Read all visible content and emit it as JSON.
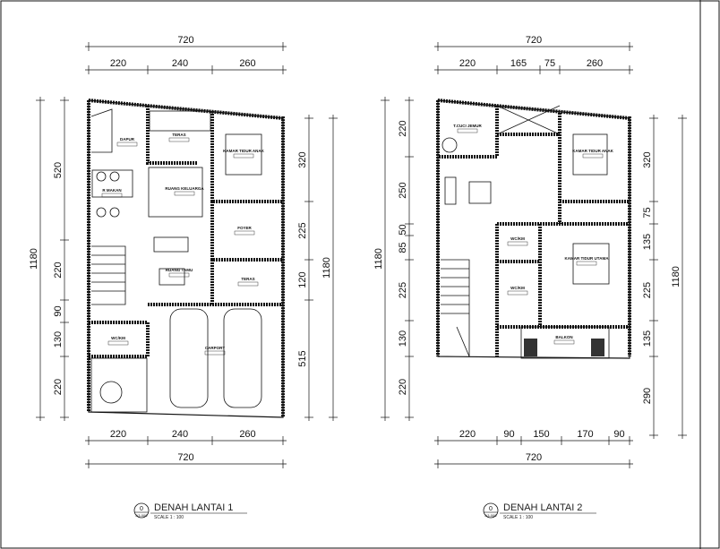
{
  "plans": [
    {
      "title": "DENAH LANTAI 1",
      "scale": "SCALE 1 : 100",
      "ref_no": "0",
      "ref_sheet": "A3-000",
      "dims": {
        "top_total": "720",
        "top": [
          "220",
          "240",
          "260"
        ],
        "bottom": [
          "220",
          "240",
          "260"
        ],
        "bottom_total": "720",
        "left_total": "1180",
        "left": [
          "520",
          "220",
          "90",
          "130",
          "220"
        ],
        "right": [
          "320",
          "225",
          "120",
          "515"
        ],
        "right_total": "1180"
      },
      "rooms": [
        "DAPUR",
        "TERAS",
        "KAMAR TIDUR ANAK",
        "R MAKAN",
        "RUANG KELUARGA",
        "FOYER",
        "RUANG TAMU",
        "TERAS",
        "WC/KM",
        "CARPORT"
      ]
    },
    {
      "title": "DENAH LANTAI 2",
      "scale": "SCALE 1 : 100",
      "ref_no": "0",
      "ref_sheet": "A3-000",
      "dims": {
        "top_total": "720",
        "top": [
          "220",
          "165",
          "75",
          "260"
        ],
        "bottom": [
          "220",
          "90",
          "150",
          "170",
          "90"
        ],
        "bottom_total": "720",
        "left_total": "1180",
        "left": [
          "220",
          "250",
          "50",
          "85",
          "225",
          "130",
          "220"
        ],
        "right": [
          "320",
          "75",
          "135",
          "225",
          "135",
          "290"
        ],
        "right_total": "1180"
      },
      "rooms": [
        "T.CUCI JEMUR",
        "KAMAR TIDUR ANAK",
        "WC/KM",
        "WC/KM",
        "KAMAR TIDUR UTAMA",
        "BALKON"
      ]
    }
  ]
}
